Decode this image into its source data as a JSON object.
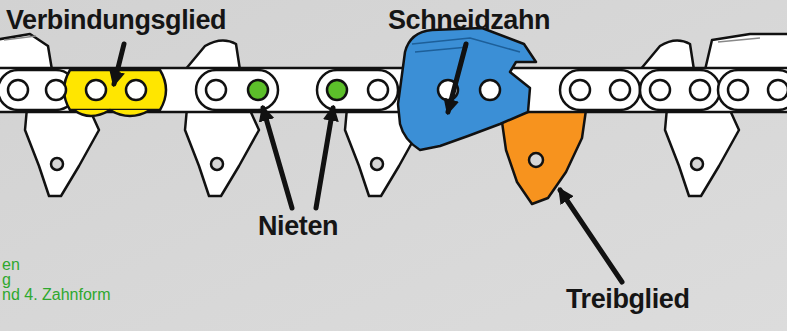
{
  "diagram": {
    "labels": [
      "Verbindungsglied",
      "Schneidzahn",
      "Nieten",
      "Treibglied",
      "en",
      "g",
      "nd 4. Zahnform"
    ]
  }
}
